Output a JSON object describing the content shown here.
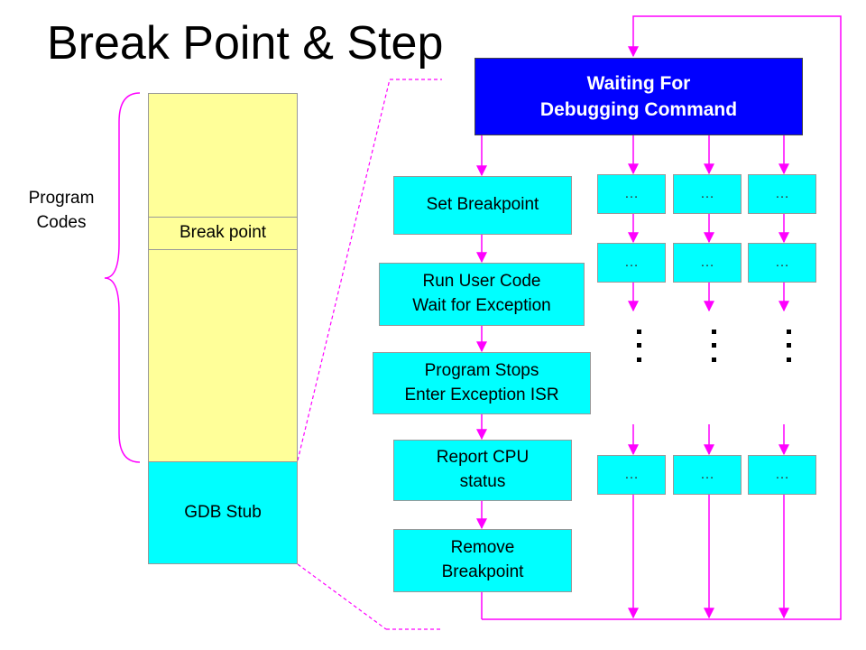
{
  "title": "Break Point & Step",
  "colors": {
    "accent": "#ff00ff",
    "box": "#00ffff",
    "memory": "#ffff99",
    "waiting": "#0000ff"
  },
  "memory": {
    "brace_label": "Program\nCodes",
    "breakpoint_label": "Break point",
    "stub_label": "GDB Stub"
  },
  "flow": {
    "waiting": "Waiting For\nDebugging Command",
    "set_breakpoint": "Set Breakpoint",
    "run_user_code": "Run User Code\nWait for Exception",
    "program_stops": "Program Stops\nEnter Exception ISR",
    "report_cpu": "Report CPU\nstatus",
    "remove_breakpoint": "Remove\nBreakpoint",
    "ellipsis": "…"
  }
}
